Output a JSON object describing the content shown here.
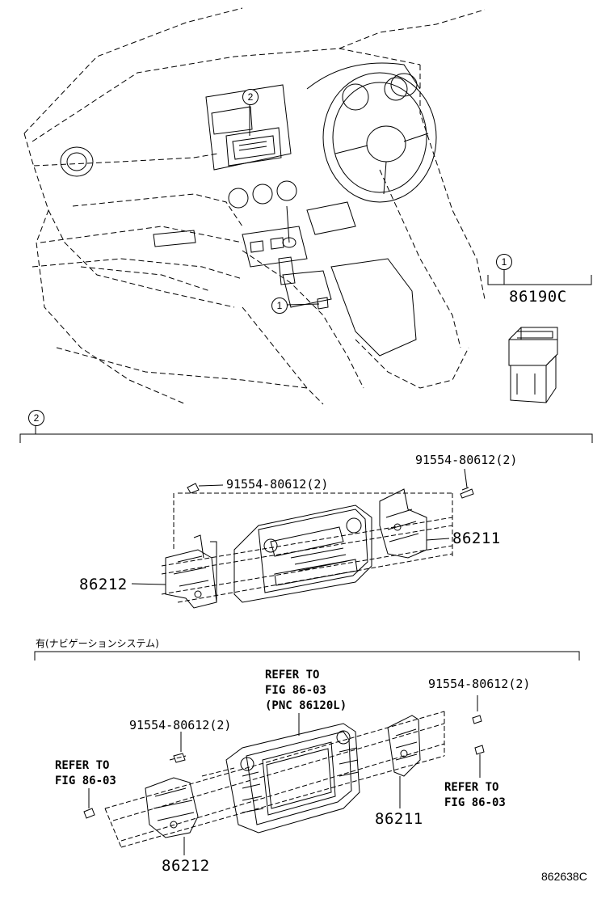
{
  "callouts": {
    "one": "1",
    "two": "2"
  },
  "section_1": {
    "callout": "1",
    "part_number": "86190C"
  },
  "section_2": {
    "callout": "2",
    "bolt_left": "91554-80612(2)",
    "bolt_right": "91554-80612(2)",
    "bracket_right": "86211",
    "bracket_left": "86212"
  },
  "section_nav": {
    "header": "有(ナビゲーションシステム)",
    "refer_top": [
      "REFER TO",
      "FIG 86-03",
      "(PNC 86120L)"
    ],
    "bolt_right": "91554-80612(2)",
    "bolt_left": "91554-80612(2)",
    "refer_left": [
      "REFER TO",
      "FIG 86-03"
    ],
    "refer_right": [
      "REFER TO",
      "FIG 86-03"
    ],
    "bracket_right": "86211",
    "bracket_left": "86212"
  },
  "figure_id": "862638C"
}
